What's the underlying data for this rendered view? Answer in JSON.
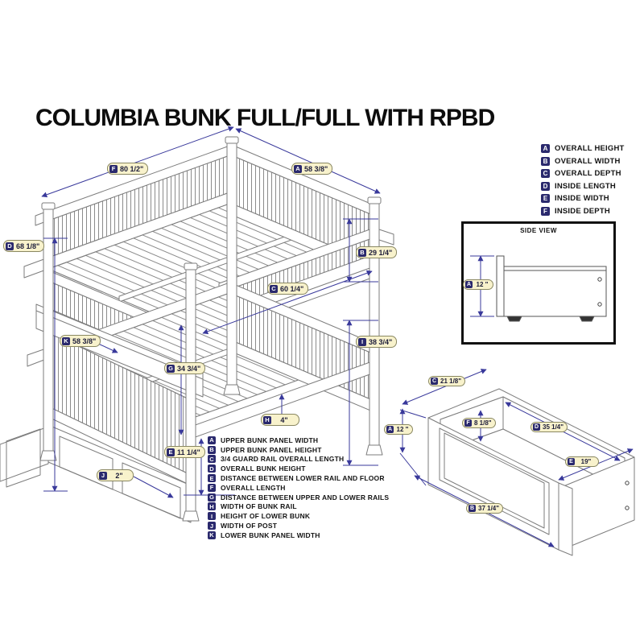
{
  "title": "COLUMBIA BUNK FULL/FULL WITH RPBD",
  "colors": {
    "accent_navy": "#2a296d",
    "callout_bg": "#f8f2cc",
    "callout_border": "#8a8862",
    "dimension_line": "#39399b",
    "line_art": "#7d7d7d"
  },
  "overall_legend": {
    "items": [
      {
        "letter": "A",
        "label": "OVERALL HEIGHT"
      },
      {
        "letter": "B",
        "label": "OVERALL WIDTH"
      },
      {
        "letter": "C",
        "label": "OVERALL DEPTH"
      },
      {
        "letter": "D",
        "label": "INSIDE LENGTH"
      },
      {
        "letter": "E",
        "label": "INSIDE WIDTH"
      },
      {
        "letter": "F",
        "label": "INSIDE DEPTH"
      }
    ]
  },
  "bunk_legend": {
    "items": [
      {
        "letter": "A",
        "label": "UPPER BUNK PANEL WIDTH"
      },
      {
        "letter": "B",
        "label": "UPPER BUNK PANEL HEIGHT"
      },
      {
        "letter": "C",
        "label": "3/4 GUARD RAIL OVERALL LENGTH"
      },
      {
        "letter": "D",
        "label": "OVERALL BUNK HEIGHT"
      },
      {
        "letter": "E",
        "label": "DISTANCE BETWEEN LOWER RAIL AND FLOOR"
      },
      {
        "letter": "F",
        "label": "OVERALL LENGTH"
      },
      {
        "letter": "G",
        "label": "DISTANCE BETWEEN UPPER AND LOWER RAILS"
      },
      {
        "letter": "H",
        "label": "WIDTH OF BUNK RAIL"
      },
      {
        "letter": "I",
        "label": "HEIGHT OF LOWER BUNK"
      },
      {
        "letter": "J",
        "label": "WIDTH OF POST"
      },
      {
        "letter": "K",
        "label": "LOWER BUNK PANEL WIDTH"
      }
    ]
  },
  "bed_callouts": [
    {
      "letter": "F",
      "value": "80 1/2\""
    },
    {
      "letter": "A",
      "value": "58 3/8\""
    },
    {
      "letter": "D",
      "value": "68 1/8\""
    },
    {
      "letter": "B",
      "value": "29 1/4\""
    },
    {
      "letter": "C",
      "value": "60 1/4\""
    },
    {
      "letter": "K",
      "value": "58 3/8\""
    },
    {
      "letter": "I",
      "value": "38 3/4\""
    },
    {
      "letter": "G",
      "value": "34 3/4\""
    },
    {
      "letter": "H",
      "value": "4\""
    },
    {
      "letter": "E",
      "value": "11 1/4\""
    },
    {
      "letter": "J",
      "value": "2\""
    }
  ],
  "side_view": {
    "title": "SIDE VIEW",
    "callout": {
      "letter": "A",
      "value": "12 \""
    }
  },
  "drawer_callouts": [
    {
      "letter": "C",
      "value": "21 1/8\""
    },
    {
      "letter": "A",
      "value": "12 \""
    },
    {
      "letter": "F",
      "value": "8 1/8\""
    },
    {
      "letter": "D",
      "value": "35 1/4\""
    },
    {
      "letter": "E",
      "value": "19\""
    },
    {
      "letter": "B",
      "value": "37 1/4\""
    }
  ]
}
